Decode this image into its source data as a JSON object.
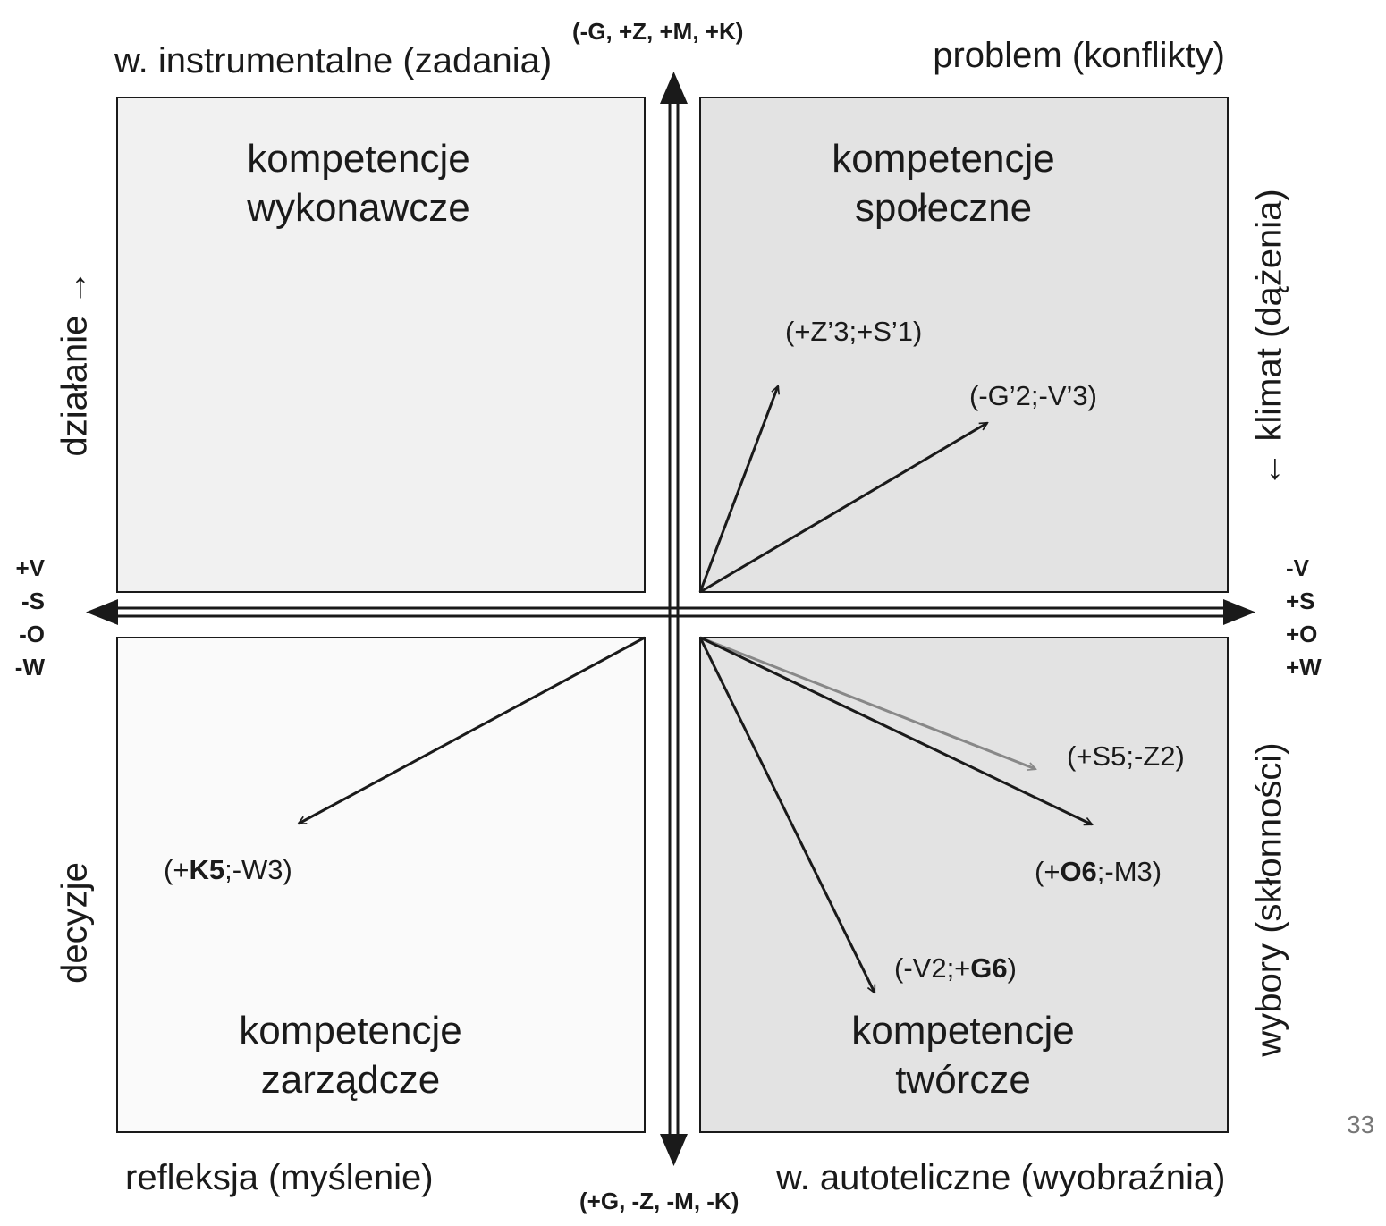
{
  "colors": {
    "quadrant_top_left": "#f1f1f1",
    "quadrant_top_right": "#e3e3e3",
    "quadrant_bottom_left": "#fafafa",
    "quadrant_bottom_right": "#e3e3e3",
    "line": "#1a1a1a",
    "gray_arrow": "#888888"
  },
  "corners": {
    "top_left": "w. instrumentalne (zadania)",
    "top_right": "problem (konflikty)",
    "bottom_left": "refleksja (myślenie)",
    "bottom_right": "w. autoteliczne (wyobraźnia)"
  },
  "axis": {
    "top": "(-G, +Z, +M, +K)",
    "bottom": "(+G, -Z, -M, -K)",
    "left": [
      "+V",
      "-S",
      "-O",
      "-W"
    ],
    "right": [
      "-V",
      "+S",
      "+O",
      "+W"
    ]
  },
  "side_labels": {
    "left_top": "działanie →",
    "left_bottom": "decyzje",
    "right_top": "← klimat (dążenia)",
    "right_bottom": "wybory (skłonności)"
  },
  "quadrants": {
    "top_left": {
      "line1": "kompetencje",
      "line2": "wykonawcze"
    },
    "top_right": {
      "line1": "kompetencje",
      "line2": "społeczne"
    },
    "bottom_left": {
      "line1": "kompetencje",
      "line2": "zarządcze"
    },
    "bottom_right": {
      "line1": "kompetencje",
      "line2": "twórcze"
    }
  },
  "vectors": {
    "z3_s1": {
      "label": "(+Z’3;+S’1)"
    },
    "g2_v3": {
      "label": "(-G’2;-V’3)"
    },
    "k5_w3": {
      "pre": "(+",
      "bold": "K5",
      "post": ";-W3)"
    },
    "s5_z2": {
      "label": "(+S5;-Z2)"
    },
    "o6_m3": {
      "pre": "(+",
      "bold": "O6",
      "post": ";-M3)"
    },
    "v2_g6": {
      "pre": "(-V2;+",
      "bold": "G6",
      "post": ")"
    }
  },
  "page_number": "33"
}
